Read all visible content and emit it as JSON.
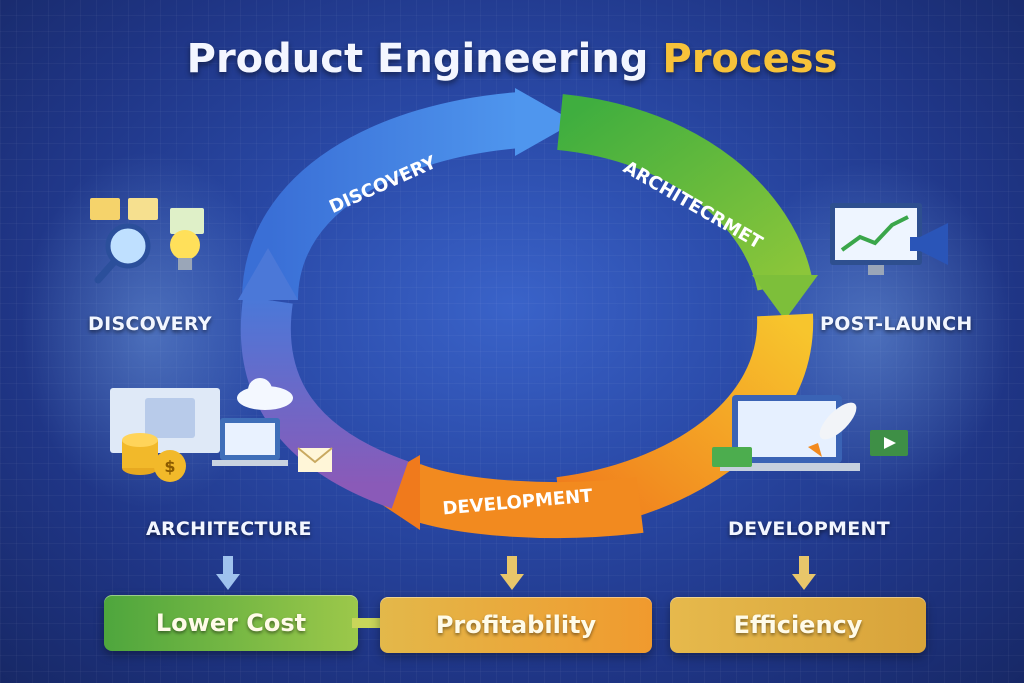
{
  "title": {
    "main": "Product Engineering",
    "accent": "Process"
  },
  "cycle": {
    "arc_labels": [
      "DISCOVERY",
      "ARCHITECRMET",
      "DEVELOPMENT"
    ]
  },
  "side_labels": {
    "discovery": "DISCOVERY",
    "post_launch": "POST-LAUNCH",
    "architecture": "ARCHITECTURE",
    "development": "DEVELOPMENT"
  },
  "outcomes": {
    "lower_cost": "Lower Cost",
    "profitability": "Profitability",
    "efficiency": "Efficiency"
  },
  "colors": {
    "blue_arc": "#3f7fe0",
    "green_arc": "#56b43c",
    "orange_arc": "#f49a1e",
    "accent": "#f7c23a"
  },
  "icons": [
    "magnifier-icon",
    "lightbulb-icon",
    "monitor-chart-icon",
    "megaphone-icon",
    "coins-icon",
    "laptop-icon",
    "cloud-icon",
    "envelope-icon",
    "rocket-icon"
  ]
}
